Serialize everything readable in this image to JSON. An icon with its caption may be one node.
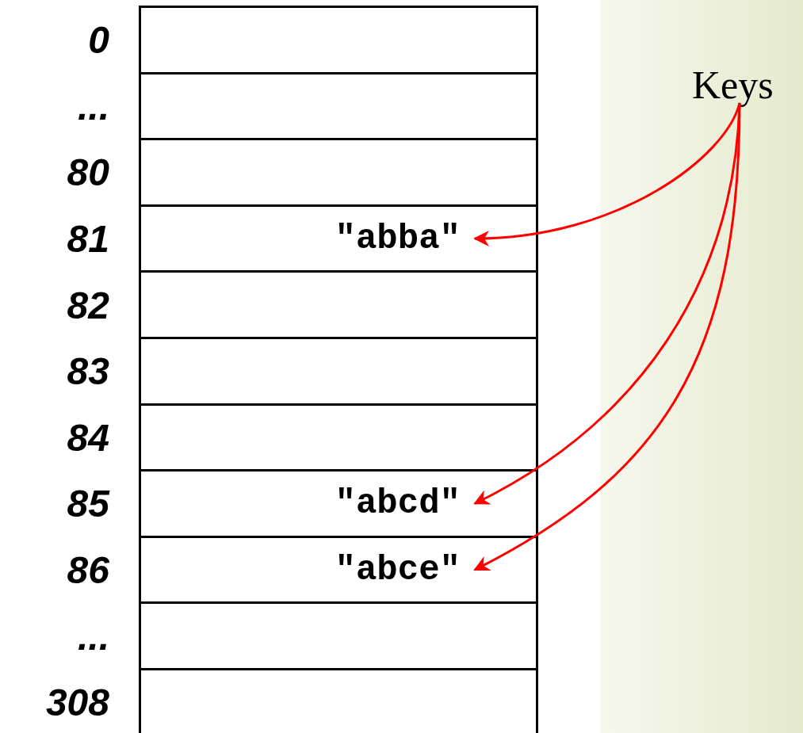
{
  "diagram": {
    "nodes": [
      {
        "text": [],
        "shape": "box",
        "beside": [
          "0"
        ]
      },
      {
        "text": [],
        "shape": "box",
        "beside": [
          "..."
        ]
      },
      {
        "text": [],
        "shape": "box",
        "beside": [
          "80"
        ]
      },
      {
        "text": [
          "\"abba\""
        ],
        "beside": [
          "81"
        ]
      },
      {
        "text": [],
        "shape": "box",
        "beside": [
          "82"
        ]
      },
      {
        "text": [],
        "shape": "box",
        "beside": [
          "83"
        ]
      },
      {
        "text": [],
        "shape": "box",
        "beside": [
          "84"
        ]
      },
      {
        "text": [
          "\"abcd\""
        ],
        "beside": [
          "85"
        ]
      },
      {
        "text": [
          "\"abce\""
        ],
        "beside": [
          "86"
        ]
      },
      {
        "text": [],
        "shape": "box",
        "beside": [
          "..."
        ]
      },
      {
        "text": [],
        "shape": "box",
        "beside": [
          "308"
        ]
      },
      {
        "text": [
          "Keys"
        ]
      }
    ],
    "edges": [
      {
        "from": 11,
        "to": 3,
        "arrow": "to"
      },
      {
        "from": 11,
        "to": 7,
        "arrow": "to"
      },
      {
        "from": 11,
        "to": 8,
        "arrow": "to"
      }
    ]
  }
}
